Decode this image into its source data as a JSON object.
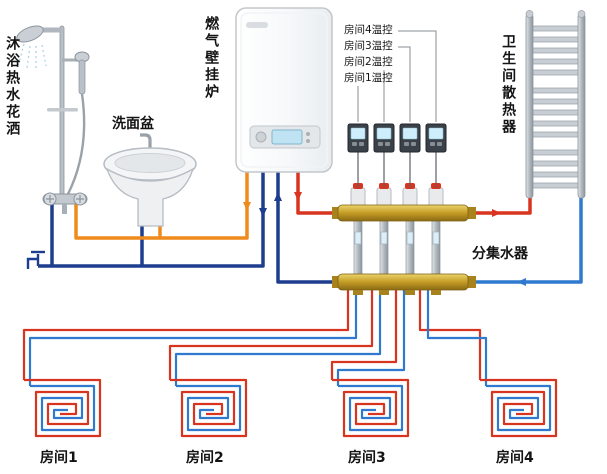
{
  "diagram": {
    "equipment": {
      "shower": "沐浴热水花洒",
      "basin": "洗面盆",
      "boiler": "燃气壁挂炉",
      "radiator": "卫生间散热器",
      "manifold": "分集水器"
    },
    "thermostat_labels": [
      "房间4温控",
      "房间3温控",
      "房间2温控",
      "房间1温控"
    ],
    "room_labels": [
      "房间1",
      "房间2",
      "房间3",
      "房间4"
    ]
  },
  "colors": {
    "hot_supply": "#d8341f",
    "domestic_hot": "#ef8a1c",
    "cold_water": "#1d3d8f",
    "loop_return": "#2f79cf",
    "brass": "#c49b25",
    "steel": "#b9c0c7",
    "thermostat_screen": "#cfeefb"
  }
}
